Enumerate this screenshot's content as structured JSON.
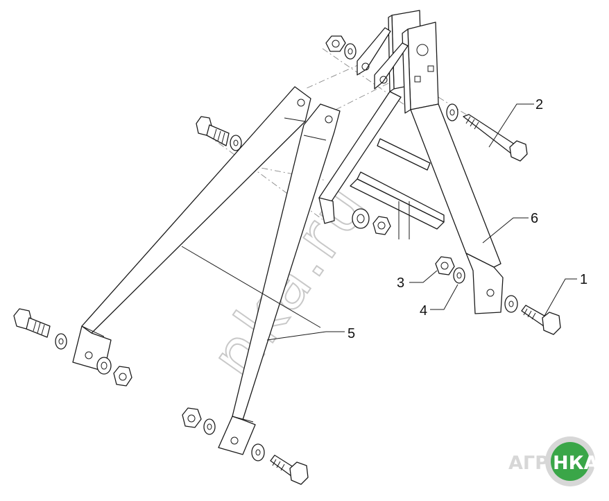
{
  "callouts": {
    "c1": "1",
    "c2": "2",
    "c3": "3",
    "c4": "4",
    "c5": "5",
    "c6": "6"
  },
  "watermark": {
    "text": "nka.ru"
  },
  "logo": {
    "left": "АГРО",
    "right": "НКА",
    "accent_color": "#3aa648",
    "grey_color": "#d7d7d7"
  },
  "colors": {
    "line": "#1a1a1a",
    "background": "#ffffff"
  }
}
